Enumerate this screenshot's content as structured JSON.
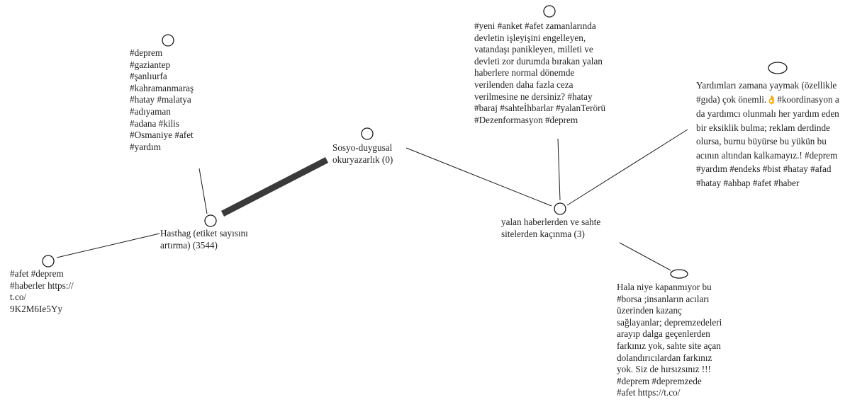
{
  "colors": {
    "edge": "#1a1a1a",
    "thick_edge": "#3a3a3a",
    "node_stroke": "#1a1a1a",
    "text": "#222222"
  },
  "nodes": {
    "hashtag_list": {
      "lines": [
        "#deprem",
        "#gaziantep",
        "#şanlıurfa",
        "#kahramanmaraş",
        "#hatay #malatya",
        "#adıyaman",
        "#adana #kilis",
        "#Osmaniye #afet",
        "#yardım"
      ]
    },
    "hashtag_center": {
      "lines": [
        "Hasthag (etiket sayısını",
        "artırma) (3544)"
      ]
    },
    "afet_post": {
      "lines": [
        "#afet #deprem",
        "#haberler https://",
        "t.co/",
        "9K2M6Ie5Yy"
      ]
    },
    "socio_emotional": {
      "lines": [
        "Sosyo-duygusal",
        "okuryazarlık (0)"
      ]
    },
    "fake_news_center": {
      "lines": [
        "yalan haberlerden ve sahte",
        "sitelerden kaçınma (3)"
      ]
    },
    "survey_post": {
      "lines": [
        "#yeni #anket #afet zamanlarında",
        "devletin işleyişini engelleyen,",
        "vatandaşı panikleyen, milleti ve",
        "devleti zor durumda bırakan yalan",
        "haberlere normal dönemde",
        "verilenden daha fazla ceza",
        "verilmesine ne dersiniz? #hatay",
        "#baraj #sahteİhbarlar #yalanTerörü",
        "#Dezenformasyon #deprem"
      ]
    },
    "aid_post": {
      "lines": [
        "Yardımları zamana yaymak (özellikle",
        "#gıda) çok önemli.",
        "da yardımcı olunmalı her yardım eden",
        "bir eksiklik bulma; reklam derdinde",
        "olursa, burnu büyürse bu yükün bu",
        "acının altından kalkamayız.!  #deprem",
        "#yardım #endeks #bist #hatay #afad",
        "#hatay #ahbap #afet #haber"
      ],
      "line2_emoji": "👌",
      "line2_suffix": "#koordinasyon a"
    },
    "borsa_post": {
      "lines": [
        "Hala niye kapanmıyor bu",
        "#borsa ;insanların acıları",
        "üzerinden kazanç",
        "sağlayanlar; depremzedeleri",
        "arayıp dalga geçenlerden",
        "farkınız yok, sahte site açan",
        "dolandırıcılardan farkınız",
        "yok. Siz de hırsızsınız !!!",
        "#deprem #depremzede",
        "#afet https://t.co/"
      ]
    }
  }
}
